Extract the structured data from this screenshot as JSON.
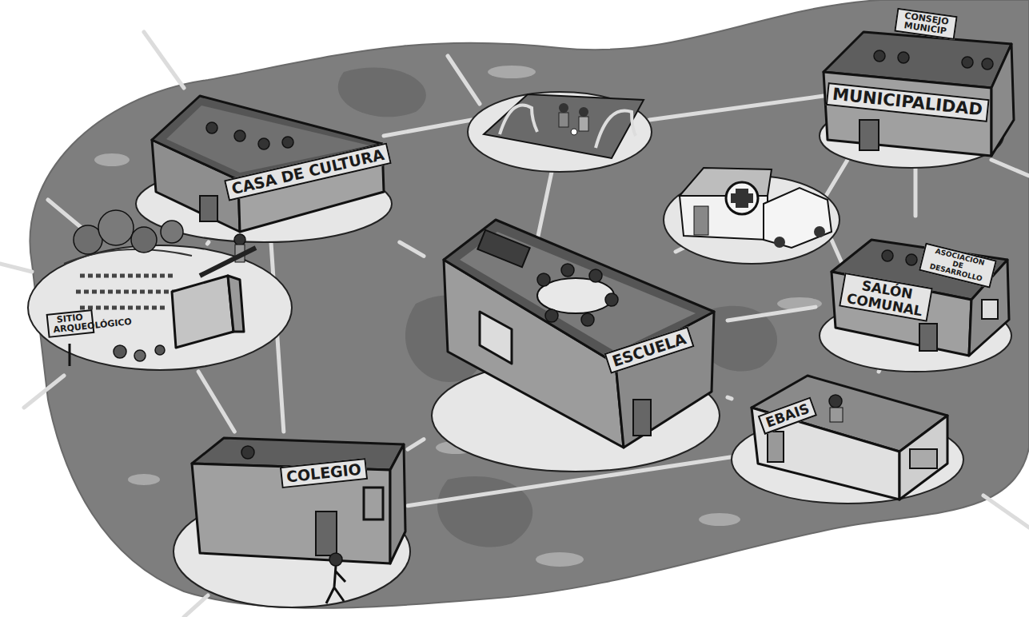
{
  "diagram": {
    "nodes": [
      {
        "text": [
          "CASA DE CULTURA"
        ]
      },
      {
        "text": [
          "CONSEJO MUNICIP",
          "MUNICIPALIDAD"
        ]
      },
      {
        "text": [
          "SITIO ARQUEOLÓGICO"
        ]
      },
      {
        "text": [
          "ESCUELA"
        ]
      },
      {
        "text": [
          "ASOCIACIÓN DE DESARROLLO",
          "SALÓN COMUNAL"
        ]
      },
      {
        "text": [
          "EBAIS"
        ]
      },
      {
        "text": [
          "COLEGIO"
        ]
      }
    ],
    "edges": [
      {
        "from": 2,
        "to": 0,
        "arrow": "none"
      },
      {
        "from": 0,
        "to": 6,
        "arrow": "none"
      },
      {
        "from": 0,
        "to": 3,
        "arrow": "none"
      },
      {
        "from": 2,
        "to": 6,
        "arrow": "none"
      },
      {
        "from": 6,
        "to": 3,
        "arrow": "none"
      },
      {
        "from": 6,
        "to": 5,
        "arrow": "none"
      },
      {
        "from": 3,
        "to": 4,
        "arrow": "none"
      },
      {
        "from": 3,
        "to": 5,
        "arrow": "none"
      },
      {
        "from": 1,
        "to": 4,
        "arrow": "none"
      },
      {
        "from": 4,
        "to": 5,
        "arrow": "none"
      }
    ]
  }
}
